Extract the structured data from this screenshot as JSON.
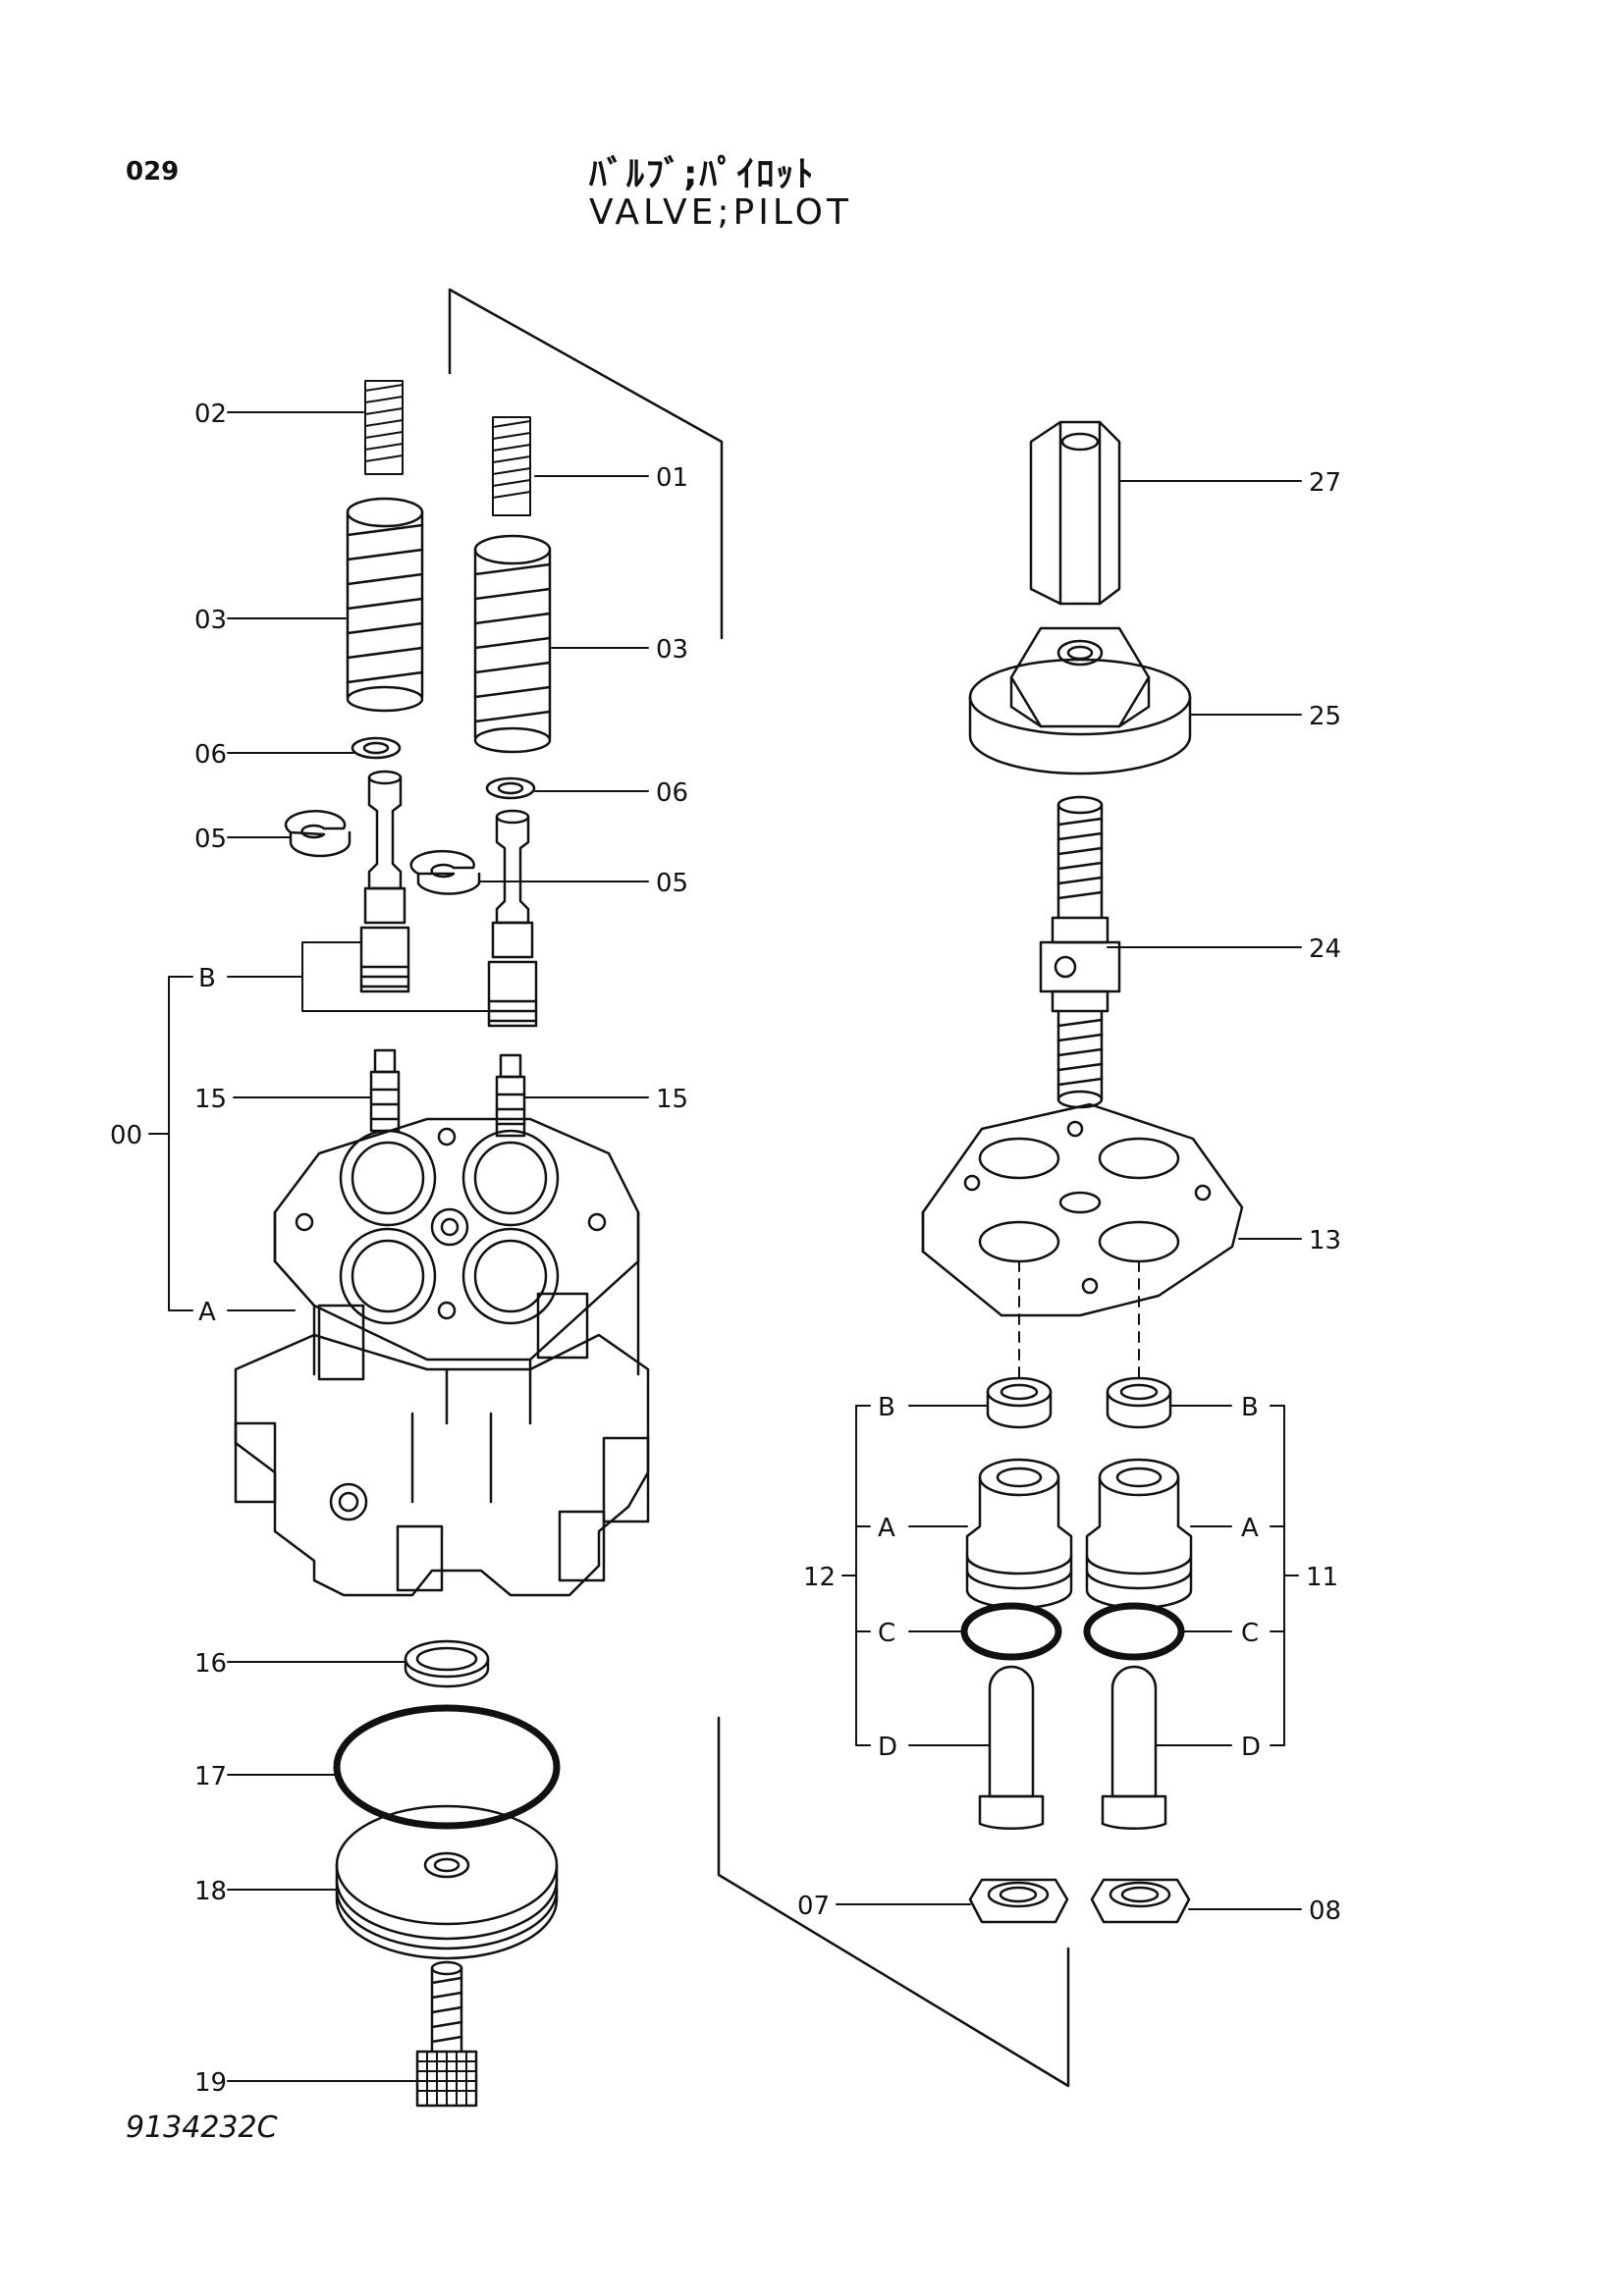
{
  "header": {
    "page_number": "029",
    "title_jp": "ﾊﾞﾙﾌﾞ;ﾊﾟｲﾛｯﾄ",
    "title_en": "VALVE;PILOT"
  },
  "footer": {
    "drawing_number": "9134232C"
  },
  "part_labels": {
    "p00": "00",
    "p01": "01",
    "p02": "02",
    "p03a": "03",
    "p03b": "03",
    "p05a": "05",
    "p05b": "05",
    "p06a": "06",
    "p06b": "06",
    "p07": "07",
    "p08": "08",
    "p11": "11",
    "p12": "12",
    "p13": "13",
    "p15a": "15",
    "p15b": "15",
    "p16": "16",
    "p17": "17",
    "p18": "18",
    "p19": "19",
    "p24": "24",
    "p25": "25",
    "p27": "27",
    "sub_b_left": "B",
    "sub_a_left": "A",
    "sub_b_12": "B",
    "sub_a_12": "A",
    "sub_c_12": "C",
    "sub_d_12": "D",
    "sub_b_11": "B",
    "sub_a_11": "A",
    "sub_c_11": "C",
    "sub_d_11": "D"
  }
}
